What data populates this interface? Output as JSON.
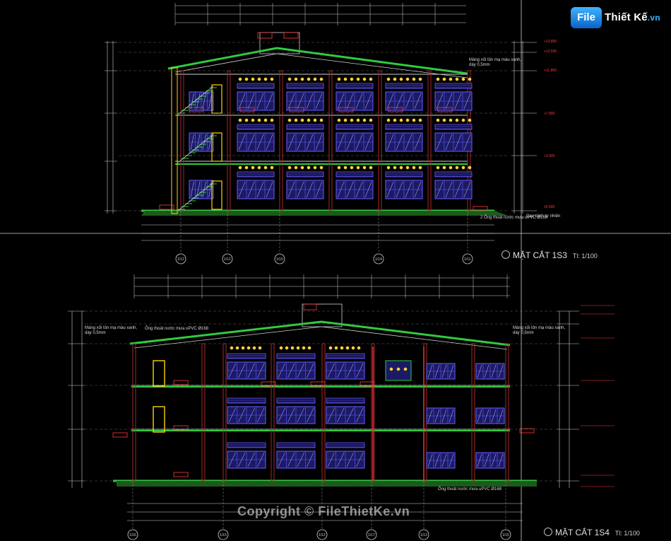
{
  "logo": {
    "mark": "File",
    "name": "Thiết Kế",
    "suffix": ".vn"
  },
  "watermark": "Copyright © FileThietKe.vn",
  "sections": [
    {
      "title": "MẶT CẮT 1S3",
      "scale": "Tl: 1/100"
    },
    {
      "title": "MẶT CẮT 1S4",
      "scale": "Tl: 1/100"
    }
  ],
  "annotations": {
    "roof_note": "Máng xối tôn mạ màu xanh,",
    "roof_note_2": "dày 0,5mm",
    "drain_pipe": "Ống thoát nước mưa uPVC Ø168",
    "drain_pipe_top": "2 Ống thoát nước mưa uPVC Ø168",
    "ground": "Cao trình tự nhiên",
    "right_note": "Máng xối tôn mạ màu xanh,",
    "right_note_2": "dày 0,5mm",
    "left_note": "Máng xối tôn mạ màu xanh,",
    "left_note_2": "dày 0,5mm"
  },
  "levels": [
    "+13.800",
    "+12.600",
    "+11.800",
    "+7.800",
    "+3.900",
    "±0.000"
  ],
  "axis_labels_top": [
    "1/12",
    "1/12",
    "1/10",
    "1/14",
    "1/11"
  ],
  "axis_labels_bottom": [
    "1/16",
    "1/15",
    "1/12",
    "1/17",
    "1/13",
    "1/15"
  ],
  "colors": {
    "background": "#000000",
    "structure": "#d9d9d9",
    "roof": "#2ecc40",
    "columns": "#a52a2a",
    "windows": "#6a5cff",
    "railing": "#2ecc40",
    "level": "#ff3b3b"
  }
}
